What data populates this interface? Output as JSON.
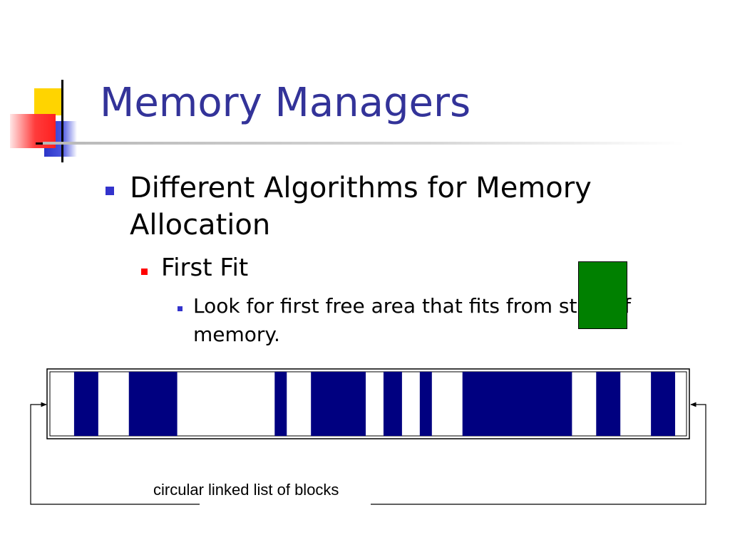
{
  "slide": {
    "title": "Memory Managers",
    "bullets": {
      "level1": "Different Algorithms for Memory Allocation",
      "level2": "First Fit",
      "level3": "Look for first free area that fits from start of memory."
    }
  },
  "diagram": {
    "caption": "circular linked list of blocks",
    "memory_blocks": [
      {
        "state": "free",
        "size": 34
      },
      {
        "state": "used",
        "size": 34
      },
      {
        "state": "free",
        "size": 43
      },
      {
        "state": "used",
        "size": 68
      },
      {
        "state": "free",
        "size": 137
      },
      {
        "state": "used",
        "size": 17
      },
      {
        "state": "free",
        "size": 34
      },
      {
        "state": "used",
        "size": 77
      },
      {
        "state": "free",
        "size": 25
      },
      {
        "state": "used",
        "size": 26
      },
      {
        "state": "free",
        "size": 25
      },
      {
        "state": "used",
        "size": 17
      },
      {
        "state": "free",
        "size": 43
      },
      {
        "state": "used",
        "size": 154
      },
      {
        "state": "free",
        "size": 34
      },
      {
        "state": "used",
        "size": 34
      },
      {
        "state": "free",
        "size": 43
      },
      {
        "state": "used",
        "size": 34
      },
      {
        "state": "free",
        "size": 16
      }
    ],
    "colors": {
      "used": "#000080",
      "free": "#ffffff",
      "search_window": "#008000",
      "title": "#333399"
    }
  }
}
